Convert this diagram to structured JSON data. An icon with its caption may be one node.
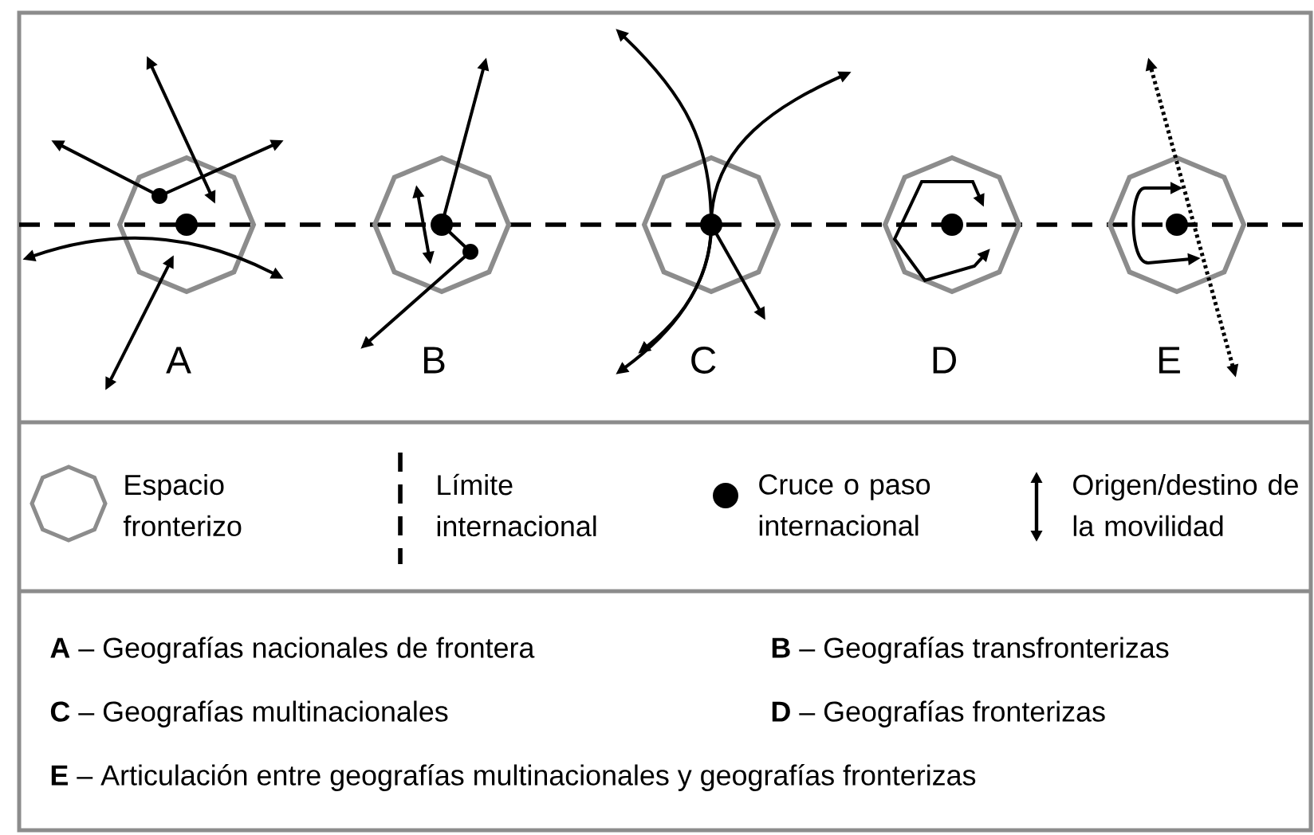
{
  "diagram": {
    "labels": [
      "A",
      "B",
      "C",
      "D",
      "E",
      "**A** – Geografías nacionales de frontera",
      "**B** – Geografías transfronterizas",
      "**C** – Geografías multinacionales",
      "**D** – Geografías fronterizas",
      "**E** – Articulación entre geografías multinacionales y geografías fronterizas"
    ],
    "legend": [
      {
        "text": "Espacio fronterizo"
      },
      {
        "text": "Límite internacional"
      },
      {
        "text": "Cruce o paso internacional"
      },
      {
        "text": "Origen/destino de la movilidad"
      }
    ]
  }
}
